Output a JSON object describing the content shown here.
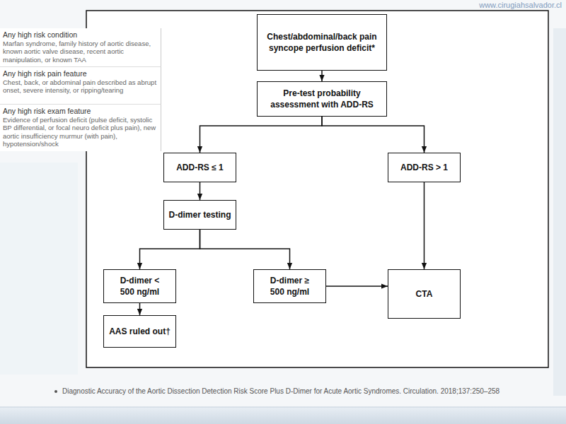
{
  "diagram": {
    "caption": "Diagnostic Accuracy of the Aortic Dissection Detection Risk Score Plus D-Dimer for Acute Aortic Syndromes. Circulation. 2018;137:250–258",
    "nodes": [
      {
        "text": [
          "Any high risk condition",
          "Marfan syndrome, family history of aortic disease, known aortic valve disease, recent aortic manipulation, or known TAA"
        ]
      },
      {
        "text": [
          "Any high risk pain feature",
          "Chest, back, or abdominal pain described as abrupt onset, severe intensity, or ripping/tearing"
        ]
      },
      {
        "text": [
          "Any high risk exam feature",
          "Evidence of perfusion deficit (pulse deficit, systolic BP differential, or focal neuro deficit plus pain), new aortic insufficiency murmur (with pain), hypotension/shock"
        ]
      },
      {
        "text": [
          "Chest/abdominal/back pain syncope perfusion deficit*"
        ]
      },
      {
        "text": [
          "Pre-test probability assessment with ADD-RS"
        ]
      },
      {
        "text": [
          "ADD-RS ≤ 1"
        ]
      },
      {
        "text": [
          "ADD-RS > 1"
        ]
      },
      {
        "text": [
          "D-dimer testing"
        ]
      },
      {
        "text": [
          "D-dimer < 500 ng/ml"
        ]
      },
      {
        "text": [
          "D-dimer ≥ 500 ng/ml"
        ]
      },
      {
        "text": [
          "CTA"
        ]
      },
      {
        "text": [
          "AAS ruled out†"
        ]
      }
    ],
    "edges": [
      {
        "from": 3,
        "to": 4,
        "arrow": "to"
      },
      {
        "from": 4,
        "to": 5,
        "arrow": "to"
      },
      {
        "from": 4,
        "to": 6,
        "arrow": "to"
      },
      {
        "from": 5,
        "to": 7,
        "arrow": "to"
      },
      {
        "from": 7,
        "to": 8,
        "arrow": "to"
      },
      {
        "from": 7,
        "to": 9,
        "arrow": "to"
      },
      {
        "from": 9,
        "to": 10,
        "arrow": "to"
      },
      {
        "from": 6,
        "to": 10,
        "arrow": "to"
      },
      {
        "from": 8,
        "to": 11,
        "arrow": "to"
      }
    ],
    "labels": [
      "www.cirugiahsalvador.cl"
    ]
  }
}
